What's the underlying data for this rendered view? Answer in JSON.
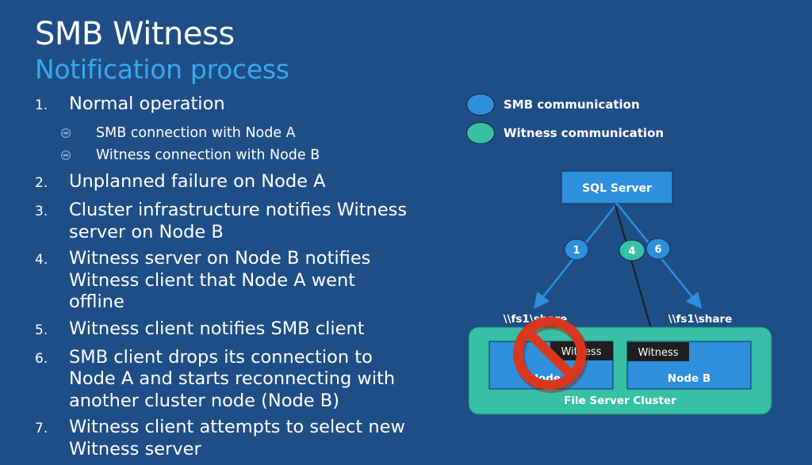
{
  "title": "SMB Witness",
  "subtitle": "Notification process",
  "steps": [
    {
      "num": "1.",
      "text": "Normal operation",
      "subitems": [
        "SMB connection with Node A",
        "Witness connection with Node B"
      ]
    },
    {
      "num": "2.",
      "text": "Unplanned failure on Node A"
    },
    {
      "num": "3.",
      "text": "Cluster infrastructure notifies Witness server on Node B"
    },
    {
      "num": "4.",
      "text": "Witness server on Node B notifies Witness client that Node A went offline"
    },
    {
      "num": "5.",
      "text": "Witness client notifies SMB client"
    },
    {
      "num": "6.",
      "text": "SMB client drops its connection to Node A and starts reconnecting with another cluster node (Node B)"
    },
    {
      "num": "7.",
      "text": "Witness client attempts to select new Witness server"
    }
  ],
  "legend": [
    {
      "label": "SMB communication",
      "color": "#2e8fdc"
    },
    {
      "label": "Witness communication",
      "color": "#37c0a6"
    }
  ],
  "diagram": {
    "sql_server": "SQL Server",
    "badges": [
      "1",
      "4",
      "6"
    ],
    "share_left": "\\\\fs1\\share",
    "share_right": "\\\\fs1\\share",
    "witness_a": "Witness",
    "witness_b": "Witness",
    "node_a": "Node A",
    "node_b": "Node B",
    "cluster": "File Server Cluster"
  },
  "colors": {
    "background": "#1f4e86",
    "accent_blue": "#2e8fdc",
    "accent_teal": "#37c0a6",
    "subtitle": "#39a8f0",
    "failure_red": "#d9371d"
  }
}
